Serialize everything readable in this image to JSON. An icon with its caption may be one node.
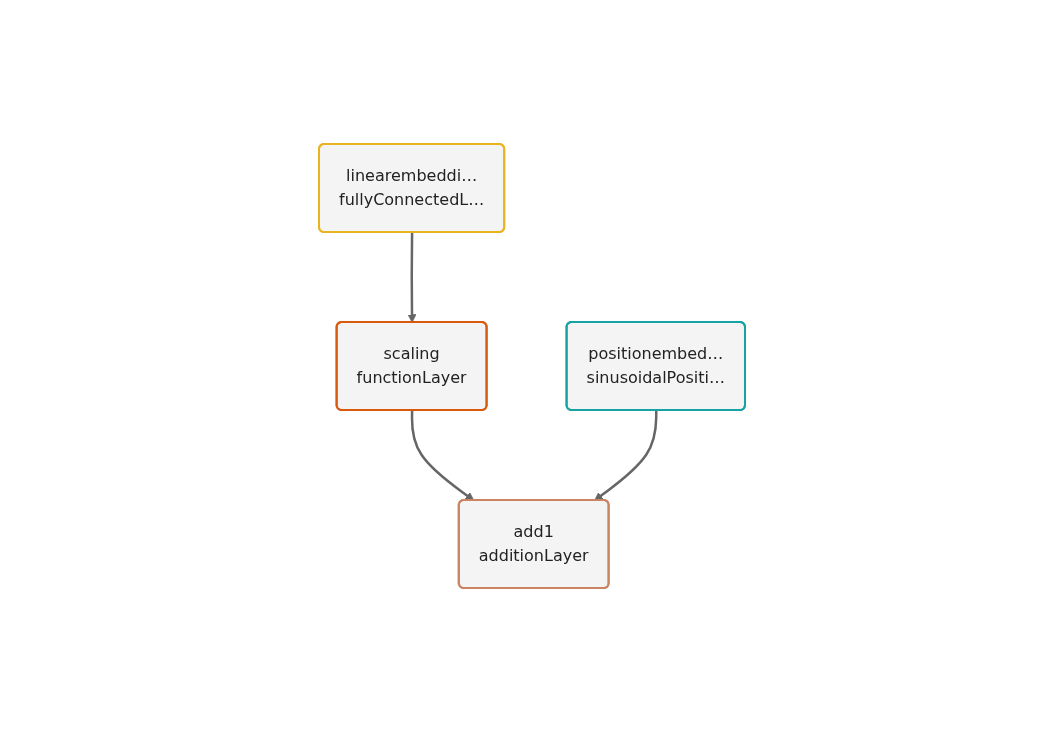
{
  "diagram": {
    "nodes": [
      {
        "text": [
          "linearembeddi…",
          "fullyConnectedL…"
        ]
      },
      {
        "text": [
          "scaling",
          "functionLayer"
        ]
      },
      {
        "text": [
          "positionembed…",
          "sinusoidalPositi…"
        ]
      },
      {
        "text": [
          "add1",
          "additionLayer"
        ]
      }
    ],
    "edges": [
      {
        "from": 0,
        "to": 1,
        "arrow": "to"
      },
      {
        "from": 1,
        "to": 3,
        "arrow": "to"
      },
      {
        "from": 2,
        "to": 3,
        "arrow": "to"
      }
    ]
  }
}
